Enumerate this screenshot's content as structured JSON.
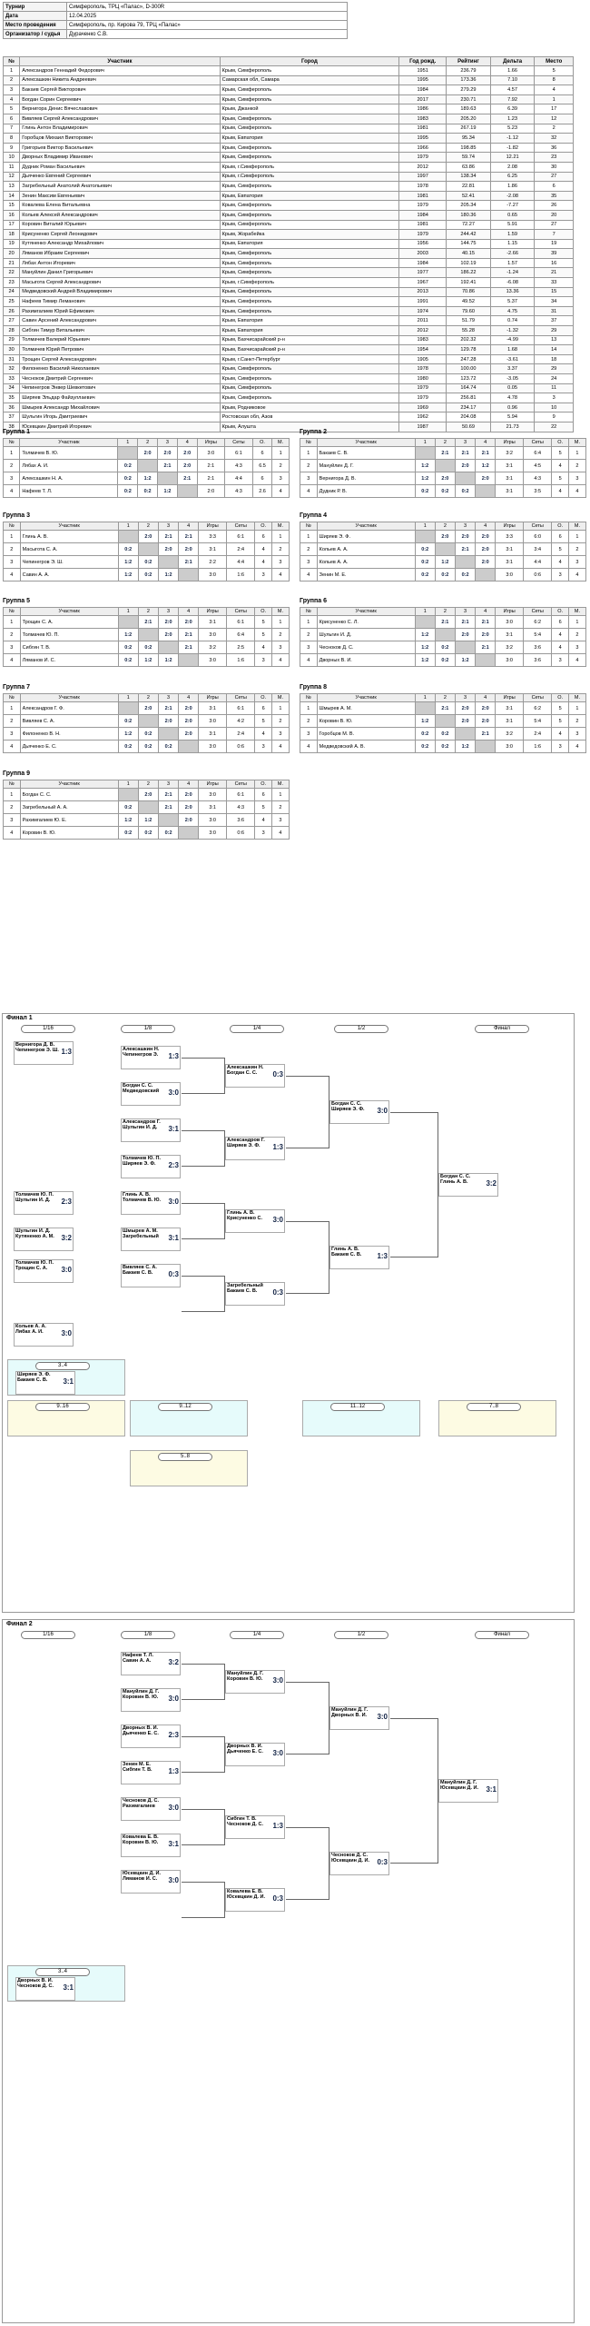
{
  "header": {
    "rows": [
      {
        "k": "Турнир",
        "v": "Симферополь, ТРЦ «Палас», D-300R"
      },
      {
        "k": "Дата",
        "v": "12.04.2025"
      },
      {
        "k": "Место проведения",
        "v": "Симферополь, пр. Кирова 79, ТРЦ «Палас»"
      },
      {
        "k": "Организатор / судья",
        "v": "Дураченко С.В."
      }
    ]
  },
  "table_head": [
    "№",
    "Участник",
    "Город",
    "Год рожд.",
    "Рейтинг",
    "Дельта",
    "Место"
  ],
  "players": [
    [
      "1",
      "Александров Геннадий Федорович",
      "Крым, Симферополь",
      "1951",
      "236.79",
      "1.66",
      "5"
    ],
    [
      "2",
      "Алексашкин Никита Андреевич",
      "Самарская обл, Самара",
      "1995",
      "173.36",
      "7.10",
      "8"
    ],
    [
      "3",
      "Бакаев Сергей Викторович",
      "Крым, Симферополь",
      "1984",
      "279.29",
      "4.57",
      "4"
    ],
    [
      "4",
      "Богдан Сорин Сергеевич",
      "Крым, Симферополь",
      "2017",
      "230.71",
      "7.92",
      "1"
    ],
    [
      "5",
      "Вернигора Денис Вячеславович",
      "Крым, Джанкой",
      "1986",
      "189.63",
      "6.39",
      "17"
    ],
    [
      "6",
      "Вивляев Сергей Александрович",
      "Крым, Симферополь",
      "1983",
      "205.20",
      "1.23",
      "12"
    ],
    [
      "7",
      "Глинь Антон Владимирович",
      "Крым, Симферополь",
      "1981",
      "267.19",
      "5.23",
      "2"
    ],
    [
      "8",
      "Горобцов Михаил Викторович",
      "Крым, Евпатория",
      "1995",
      "95.34",
      "-1.12",
      "32"
    ],
    [
      "9",
      "Григорьев Виктор Васильевич",
      "Крым, Симферополь",
      "1966",
      "198.85",
      "-1.82",
      "36"
    ],
    [
      "10",
      "Дворных Владимир Иванович",
      "Крым, Симферополь",
      "1979",
      "59.74",
      "12.21",
      "23"
    ],
    [
      "11",
      "Дудник Роман Васильевич",
      "Крым, г.Симферополь",
      "2012",
      "63.86",
      "2.08",
      "30"
    ],
    [
      "12",
      "Дьяченко Евгений Сергеевич",
      "Крым, г.Симферополь",
      "1997",
      "138.34",
      "6.25",
      "27"
    ],
    [
      "13",
      "Загребельный Анатолий Анатольевич",
      "Крым, Симферополь",
      "1978",
      "22.81",
      "1.86",
      "6"
    ],
    [
      "14",
      "Зенин Максим Евгеньевич",
      "Крым, Евпатория",
      "1981",
      "52.41",
      "-2.08",
      "35"
    ],
    [
      "15",
      "Ковалева Елена Витальевна",
      "Крым, Симферополь",
      "1979",
      "205.34",
      "-7.27",
      "26"
    ],
    [
      "16",
      "Кольев Алексей Александрович",
      "Крым, Симферополь",
      "1984",
      "180.36",
      "0.65",
      "20"
    ],
    [
      "17",
      "Коровин Виталий Юрьевич",
      "Крым, Симферополь",
      "1981",
      "72.27",
      "5.91",
      "27"
    ],
    [
      "18",
      "Крисуненко Сергей Леонидович",
      "Крым, Жорабейка",
      "1979",
      "244.42",
      "1.59",
      "7"
    ],
    [
      "19",
      "Кутяненко Александр Михайлович",
      "Крым, Евпатория",
      "1956",
      "144.75",
      "1.15",
      "19"
    ],
    [
      "20",
      "Ляманов Ибраим Сергеевич",
      "Крым, Симферополь",
      "2003",
      "40.15",
      "-2.66",
      "39"
    ],
    [
      "21",
      "Лябах Антон Игоревич",
      "Крым, Симферополь",
      "1984",
      "102.19",
      "1.57",
      "16"
    ],
    [
      "22",
      "Мануйлин Данил Григорьевич",
      "Крым, Симферополь",
      "1977",
      "186.22",
      "-1.24",
      "21"
    ],
    [
      "23",
      "Масыгота Сергей Александрович",
      "Крым, г.Симферополь",
      "1967",
      "192.41",
      "-6.08",
      "33"
    ],
    [
      "24",
      "Медведовский Андрей Владимирович",
      "Крым, Симферополь",
      "2013",
      "70.86",
      "13.36",
      "15"
    ],
    [
      "25",
      "Нафеев Тимир Леманович",
      "Крым, Симферополь",
      "1991",
      "49.52",
      "5.37",
      "34"
    ],
    [
      "26",
      "Рахимгалиев Юрий Ефимович",
      "Крым, Симферополь",
      "1974",
      "79.60",
      "4.75",
      "31"
    ],
    [
      "27",
      "Савин Арсений Александрович",
      "Крым, Евпатория",
      "2011",
      "51.79",
      "0.74",
      "37"
    ],
    [
      "28",
      "Сибгин Тимур Витальевич",
      "Крым, Евпатория",
      "2012",
      "55.28",
      "-1.32",
      "29"
    ],
    [
      "29",
      "Толмачев Валерий Юрьевич",
      "Крым, Бахчисарайский р-н",
      "1983",
      "202.32",
      "-4.99",
      "13"
    ],
    [
      "30",
      "Толмачев Юрий Петрович",
      "Крым, Бахчисарайский р-н",
      "1954",
      "129.78",
      "1.68",
      "14"
    ],
    [
      "31",
      "Трощин Сергей Александрович",
      "Крым, г.Санкт-Петербург",
      "1905",
      "247.28",
      "-3.61",
      "18"
    ],
    [
      "32",
      "Филоненко Василий Николаевич",
      "Крым, Симферополь",
      "1978",
      "100.00",
      "3.37",
      "29"
    ],
    [
      "33",
      "Чесноков Дмитрий Сергеевич",
      "Крым, Симферополь",
      "1980",
      "123.72",
      "-3.05",
      "24"
    ],
    [
      "34",
      "Чепинегров Энвер Шевкетович",
      "Крым, Симферополь",
      "1979",
      "164.74",
      "0.05",
      "11"
    ],
    [
      "35",
      "Ширяев Эльдар Файзуллаевич",
      "Крым, Симферополь",
      "1979",
      "256.81",
      "4.78",
      "3"
    ],
    [
      "36",
      "Шмырев Александр Михайлович",
      "Крым, Родниковое",
      "1969",
      "234.17",
      "0.96",
      "10"
    ],
    [
      "37",
      "Шульгин Игорь Дмитриевич",
      "Ростовская обл, Азов",
      "1962",
      "204.08",
      "5.94",
      "9"
    ],
    [
      "38",
      "Юсевцкин Дмитрий Игоревич",
      "Крым, Алушта",
      "1987",
      "50.69",
      "21.73",
      "22"
    ]
  ],
  "group_head": [
    "№",
    "Участник",
    "1",
    "2",
    "3",
    "4",
    "Игры",
    "Сеты",
    "О.",
    "М."
  ],
  "groups": [
    {
      "title": "Группа 1",
      "rows": [
        [
          "1",
          "Толмачев В. Ю.",
          "2:0",
          "2:0",
          "2:0",
          "3:0",
          "6:1",
          "6",
          "1"
        ],
        [
          "2",
          "Лябах А. И.",
          "0:2",
          "2:1",
          "2:0",
          "2:1",
          "4:3",
          "6.5",
          "2"
        ],
        [
          "3",
          "Алексашкин Н. А.",
          "0:2",
          "1:2",
          "2:1",
          "2:1",
          "4:4",
          "6",
          "3"
        ],
        [
          "4",
          "Нафеев Т. Л.",
          "0:2",
          "0:2",
          "1:2",
          "2:0",
          "4:3",
          "2.6",
          "4"
        ]
      ]
    },
    {
      "title": "Группа 2",
      "rows": [
        [
          "1",
          "Бакаев С. В.",
          "2:1",
          "2:1",
          "2:1",
          "3:2",
          "6:4",
          "5",
          "1"
        ],
        [
          "2",
          "Мануйлин Д. Г.",
          "1:2",
          "2:0",
          "1:2",
          "3:1",
          "4:5",
          "4",
          "2"
        ],
        [
          "3",
          "Вернигора Д. В.",
          "1:2",
          "2:0",
          "2:0",
          "3:1",
          "4:3",
          "5",
          "3"
        ],
        [
          "4",
          "Дудник Р. В.",
          "0:2",
          "0:2",
          "0:2",
          "3:1",
          "3:5",
          "4",
          "4"
        ]
      ]
    },
    {
      "title": "Группа 3",
      "rows": [
        [
          "1",
          "Глинь А. В.",
          "2:0",
          "2:1",
          "2:1",
          "3:3",
          "6:1",
          "6",
          "1"
        ],
        [
          "2",
          "Масыгота С. А.",
          "0:2",
          "2:0",
          "2:0",
          "3:1",
          "2:4",
          "4",
          "2"
        ],
        [
          "3",
          "Чепинегров Э. Ш.",
          "1:2",
          "0:2",
          "2:1",
          "2:2",
          "4:4",
          "4",
          "3"
        ],
        [
          "4",
          "Савин А. А.",
          "1:2",
          "0:2",
          "1:2",
          "3:0",
          "1:6",
          "3",
          "4"
        ]
      ]
    },
    {
      "title": "Группа 4",
      "rows": [
        [
          "1",
          "Ширяев Э. Ф.",
          "2:0",
          "2:0",
          "2:0",
          "3:3",
          "6:0",
          "6",
          "1"
        ],
        [
          "2",
          "Кольев А. А.",
          "0:2",
          "2:1",
          "2:0",
          "3:1",
          "3:4",
          "5",
          "2"
        ],
        [
          "3",
          "Кольев А. А.",
          "0:2",
          "1:2",
          "2:0",
          "3:1",
          "4:4",
          "4",
          "3"
        ],
        [
          "4",
          "Зенин М. Е.",
          "0:2",
          "0:2",
          "0:2",
          "3:0",
          "0:6",
          "3",
          "4"
        ]
      ]
    },
    {
      "title": "Группа 5",
      "rows": [
        [
          "1",
          "Трощин С. А.",
          "2:1",
          "2:0",
          "2:0",
          "3:1",
          "6:1",
          "5",
          "1"
        ],
        [
          "2",
          "Толмачев Ю. П.",
          "1:2",
          "2:0",
          "2:1",
          "3:0",
          "6:4",
          "5",
          "2"
        ],
        [
          "3",
          "Сибгин Т. В.",
          "0:2",
          "0:2",
          "2:1",
          "3:2",
          "2:5",
          "4",
          "3"
        ],
        [
          "4",
          "Ляманов И. С.",
          "0:2",
          "1:2",
          "1:2",
          "3:0",
          "1:6",
          "3",
          "4"
        ]
      ]
    },
    {
      "title": "Группа 6",
      "rows": [
        [
          "1",
          "Крисуненко С. Л.",
          "2:1",
          "2:1",
          "2:1",
          "3:0",
          "6:2",
          "6",
          "1"
        ],
        [
          "2",
          "Шульгин И. Д.",
          "1:2",
          "2:0",
          "2:0",
          "3:1",
          "5:4",
          "4",
          "2"
        ],
        [
          "3",
          "Чесноков Д. С.",
          "1:2",
          "0:2",
          "2:1",
          "3:2",
          "3:6",
          "4",
          "3"
        ],
        [
          "4",
          "Дворных В. И.",
          "1:2",
          "0:2",
          "1:2",
          "3:0",
          "3:6",
          "3",
          "4"
        ]
      ]
    },
    {
      "title": "Группа 7",
      "rows": [
        [
          "1",
          "Александров Г. Ф.",
          "2:0",
          "2:1",
          "2:0",
          "3:1",
          "6:1",
          "6",
          "1"
        ],
        [
          "2",
          "Вивляев С. А.",
          "0:2",
          "2:0",
          "2:0",
          "3:0",
          "4:2",
          "5",
          "2"
        ],
        [
          "3",
          "Филоненко В. Н.",
          "1:2",
          "0:2",
          "2:0",
          "3:1",
          "2:4",
          "4",
          "3"
        ],
        [
          "4",
          "Дьяченко Е. С.",
          "0:2",
          "0:2",
          "0:2",
          "3:0",
          "0:6",
          "3",
          "4"
        ]
      ]
    },
    {
      "title": "Группа 8",
      "rows": [
        [
          "1",
          "Шмырев А. М.",
          "2:1",
          "2:0",
          "2:0",
          "3:1",
          "6:2",
          "5",
          "1"
        ],
        [
          "2",
          "Коровин В. Ю.",
          "1:2",
          "2:0",
          "2:0",
          "3:1",
          "5:4",
          "5",
          "2"
        ],
        [
          "3",
          "Горобцов М. В.",
          "0:2",
          "0:2",
          "2:1",
          "3:2",
          "2:4",
          "4",
          "3"
        ],
        [
          "4",
          "Медведовский А. В.",
          "0:2",
          "0:2",
          "1:2",
          "3:0",
          "1:6",
          "3",
          "4"
        ]
      ]
    },
    {
      "title": "Группа 9",
      "rows": [
        [
          "1",
          "Богдан С. С.",
          "2:0",
          "2:1",
          "2:0",
          "3:0",
          "6:1",
          "6",
          "1"
        ],
        [
          "2",
          "Загребельный А. А.",
          "0:2",
          "2:1",
          "2:0",
          "3:1",
          "4:3",
          "5",
          "2"
        ],
        [
          "3",
          "Рахимгалиев Ю. Е.",
          "1:2",
          "1:2",
          "2:0",
          "3:0",
          "3:6",
          "4",
          "3"
        ],
        [
          "4",
          "Коровин В. Ю.",
          "0:2",
          "0:2",
          "0:2",
          "3:0",
          "0:6",
          "3",
          "4"
        ]
      ]
    }
  ],
  "final1": {
    "title": "Финал 1",
    "rounds": [
      "1/16",
      "1/8",
      "1/4",
      "1/2",
      "Финал"
    ],
    "r16": [
      [
        "Вернигора Д. В.",
        "Чепинегров Э. Ш.",
        "1:3"
      ],
      [
        "Толмачев Ю. П.",
        "Шульгин И. Д.",
        "2:3"
      ],
      [
        "Шульгин И. Д.",
        "Кутяненко А. М.",
        "3:2"
      ],
      [
        "Толмачев Ю. П.",
        "Трощин С. А.",
        "3:0"
      ],
      [
        "Кольев А. А.",
        "Лябах А. И.",
        "3:0"
      ]
    ],
    "r8": [
      [
        "Алексашкин Н.",
        "Чепинегров Э.",
        "1:3"
      ],
      [
        "Богдан С. С.",
        "Медведовский",
        "3:0"
      ],
      [
        "Александров Г.",
        "Шульгин И. Д.",
        "3:1"
      ],
      [
        "Толмачев Ю. П.",
        "Ширяев Э. Ф.",
        "2:3"
      ],
      [
        "Глинь А. В.",
        "Толмачев В. Ю.",
        "3:0"
      ],
      [
        "Шмырев А. М.",
        "Загребельный",
        "3:1"
      ],
      [
        "Вивляев С. А.",
        "Бакаев С. В.",
        "0:3"
      ]
    ],
    "r4": [
      [
        "Алексашкин Н.",
        "Богдан С. С.",
        "0:3"
      ],
      [
        "Александров Г.",
        "Ширяев Э. Ф.",
        "1:3"
      ],
      [
        "Глинь А. В.",
        "Крисуненко С.",
        "3:0"
      ],
      [
        "Загребельный",
        "Бакаев С. В.",
        "0:3"
      ]
    ],
    "r2": [
      [
        "Богдан С. С.",
        "Ширяев Э. Ф.",
        "3:0"
      ],
      [
        "Глинь А. В.",
        "Бакаев С. В.",
        "1:3"
      ]
    ],
    "fin": [
      "Богдан С. С.",
      "Глинь А. В.",
      "3:2"
    ],
    "places": [
      [
        "3..4",
        "Ширяев Э. Ф.",
        "Бакаев С. В.",
        "3:1"
      ],
      [
        "9..16",
        "",
        ""
      ],
      [
        "9..12",
        "",
        ""
      ],
      [
        "5..8",
        "",
        ""
      ],
      [
        "11..12",
        "",
        ""
      ],
      [
        "7..8",
        "",
        ""
      ]
    ]
  },
  "final2": {
    "title": "Финал 2",
    "rounds": [
      "1/16",
      "1/8",
      "1/4",
      "1/2",
      "Финал"
    ],
    "r8": [
      [
        "Нафеев Т. Л.",
        "Савин А. А.",
        "3:2"
      ],
      [
        "Мануйлин Д. Г.",
        "Коровин В. Ю.",
        "3:0"
      ],
      [
        "Дворных В. И.",
        "Дьяченко Е. С.",
        "2:3"
      ],
      [
        "Зенин М. Е.",
        "Сибгин Т. В.",
        "1:3"
      ],
      [
        "Чесноков Д. С.",
        "Рахимгалиев",
        "3:0"
      ],
      [
        "Ковалева Е. В.",
        "Коровин В. Ю.",
        "3:1"
      ],
      [
        "Юсевцкин Д. И.",
        "Ляманов И. С.",
        "3:0"
      ]
    ],
    "r4": [
      [
        "Мануйлин Д. Г.",
        "Коровин В. Ю.",
        "3:0"
      ],
      [
        "Дворных В. И.",
        "Дьяченко Е. С.",
        "3:0"
      ],
      [
        "Сибгин Т. В.",
        "Чесноков Д. С.",
        "1:3"
      ],
      [
        "Ковалева Е. В.",
        "Юсевцкин Д. И.",
        "0:3"
      ]
    ],
    "r2": [
      [
        "Мануйлин Д. Г.",
        "Дворных В. И.",
        "3:0"
      ],
      [
        "Чесноков Д. С.",
        "Юсевцкин Д. И.",
        "0:3"
      ]
    ],
    "fin": [
      "Мануйлин Д. Г.",
      "Юсевцкин Д. И.",
      "3:1"
    ],
    "places": [
      [
        "3..4",
        "Дворных В. И.",
        "Чесноков Д. С.",
        "3:1"
      ]
    ]
  }
}
